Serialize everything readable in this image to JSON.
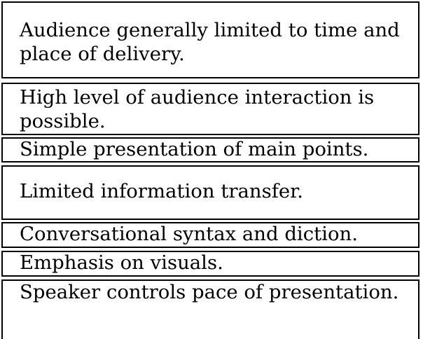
{
  "table": {
    "rows": [
      {
        "text": "Audience generally limited to time and place of delivery."
      },
      {
        "text": "High level of audience interaction is possible."
      },
      {
        "text": "Simple presentation of main points."
      },
      {
        "text": "Limited information transfer."
      },
      {
        "text": "Conversational syntax and diction."
      },
      {
        "text": "Emphasis on visuals."
      },
      {
        "text": "Speaker controls pace of presentation."
      }
    ]
  }
}
